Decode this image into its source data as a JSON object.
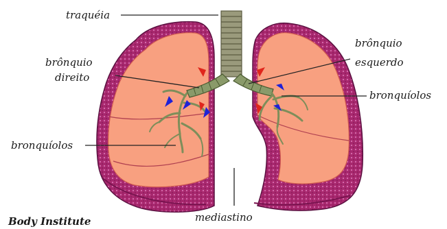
{
  "labels": {
    "trachea": "traquéia",
    "right_bronchus_1": "brônquio",
    "right_bronchus_2": "direito",
    "left_bronchus_1": "brônquio",
    "left_bronchus_2": "esquerdo",
    "bronchioles_right": "bronquíolos",
    "bronchioles_left": "bronquíolos",
    "mediastinum": "mediastino"
  },
  "brand": "Body Institute",
  "colors": {
    "lung_outer": "#a8286e",
    "lung_inner": "#f8a080",
    "trachea": "#9a9a7c",
    "bronchi": "#8a9a6a",
    "artery": "#1f22d6",
    "vein": "#e0261c"
  }
}
